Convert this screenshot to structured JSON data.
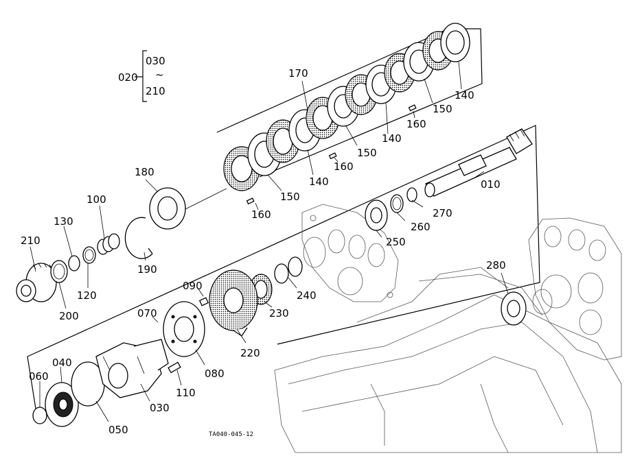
{
  "drawing_code": "TA040-045-12",
  "assembly": {
    "label": "020",
    "range_start": "030",
    "range_separator": "~",
    "range_end": "210"
  },
  "callouts": {
    "c010": "010",
    "c030": "030",
    "c040": "040",
    "c050": "050",
    "c060": "060",
    "c070": "070",
    "c080": "080",
    "c090": "090",
    "c100": "100",
    "c110": "110",
    "c120": "120",
    "c130": "130",
    "c140a": "140",
    "c140b": "140",
    "c140c": "140",
    "c150a": "150",
    "c150b": "150",
    "c150c": "150",
    "c160a": "160",
    "c160b": "160",
    "c160c": "160",
    "c170": "170",
    "c180": "180",
    "c190": "190",
    "c200": "200",
    "c210": "210",
    "c220": "220",
    "c230": "230",
    "c240": "240",
    "c250": "250",
    "c260": "260",
    "c270": "270",
    "c280": "280"
  }
}
